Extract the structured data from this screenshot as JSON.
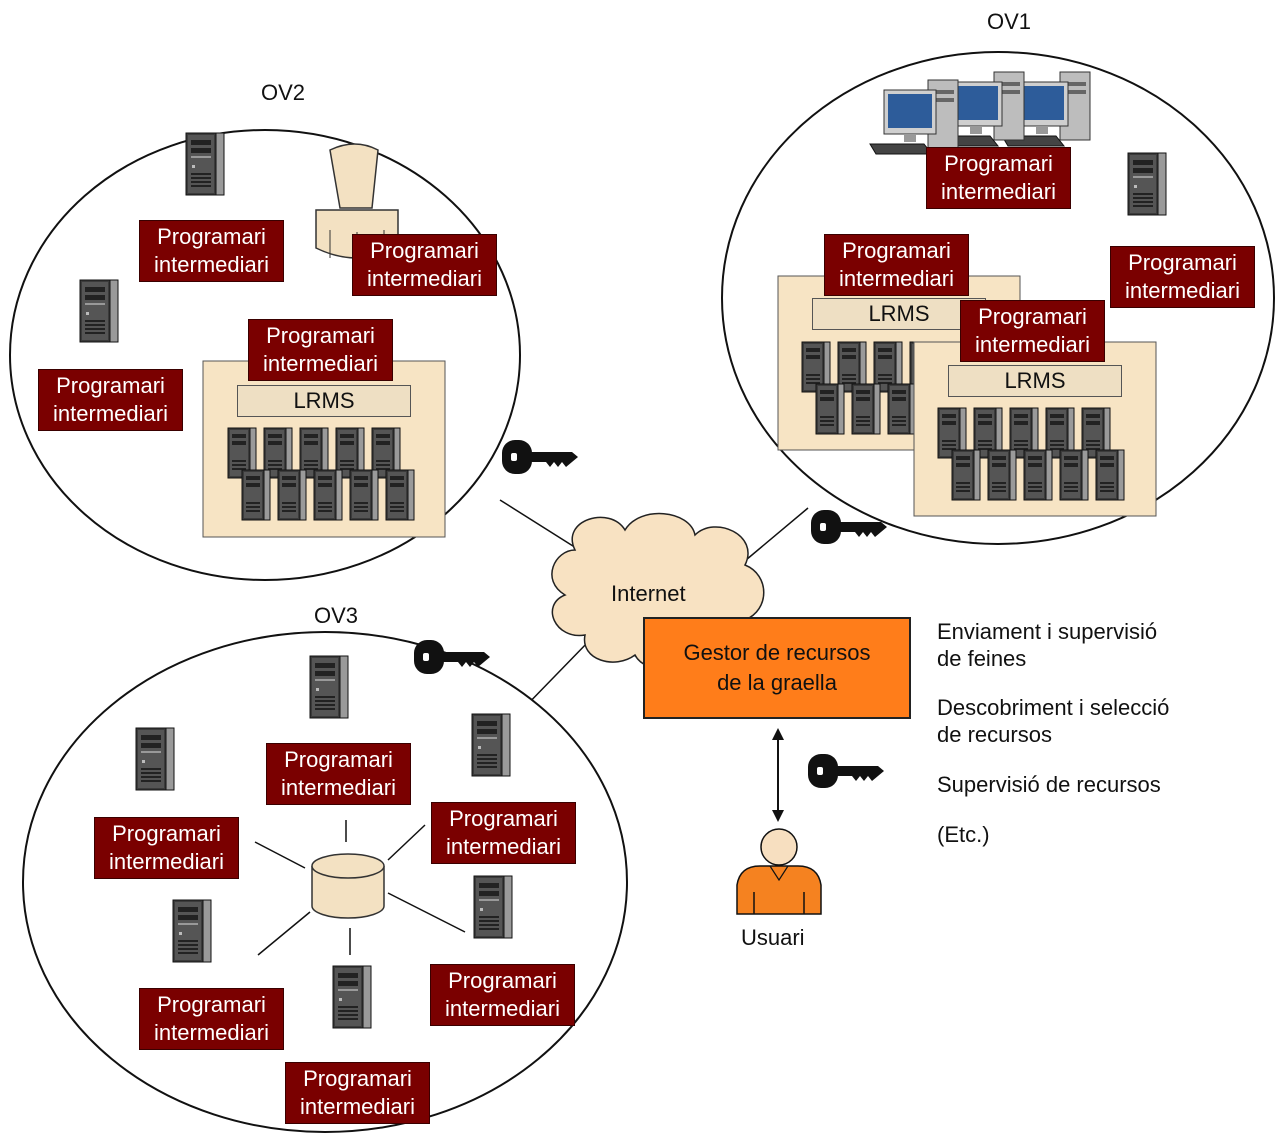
{
  "colors": {
    "middleware_bg": "#7a0000",
    "cluster_bg": "#f7e4c4",
    "lrms_bg": "#eedfc3",
    "gestor_bg": "#ff7d1a",
    "cloud_bg": "#f8e2c2",
    "user_orange": "#f58220",
    "user_head": "#f7dfc0"
  },
  "labels": {
    "ov1": "OV1",
    "ov2": "OV2",
    "ov3": "OV3",
    "internet": "Internet",
    "lrms": "LRMS",
    "usuari": "Usuari"
  },
  "middleware": {
    "line1": "Programari",
    "line2": "intermediari"
  },
  "gestor": {
    "line1": "Gestor de recursos",
    "line2": "de la graella"
  },
  "features": [
    "Enviament i supervisió",
    "de feines",
    "Descobriment i selecció",
    "de recursos",
    "Supervisió de recursos",
    "(Etc.)"
  ],
  "icons": [
    "server-tower-icon",
    "workstation-icon",
    "telescope-icon",
    "database-icon",
    "key-icon",
    "cloud-icon",
    "user-icon",
    "double-arrow-icon"
  ]
}
